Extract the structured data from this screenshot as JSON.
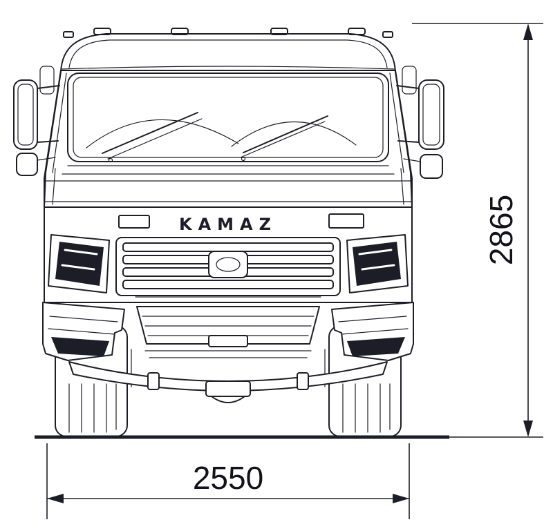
{
  "figure": {
    "subject": "kamaz-truck-front-view-technical-drawing",
    "background_color": "#ffffff",
    "line_color": "#1d1d27",
    "text_color": "#12121c",
    "brand_label": "KAMAZ"
  },
  "dimensions": {
    "height_label": "2865",
    "width_label": "2550"
  }
}
